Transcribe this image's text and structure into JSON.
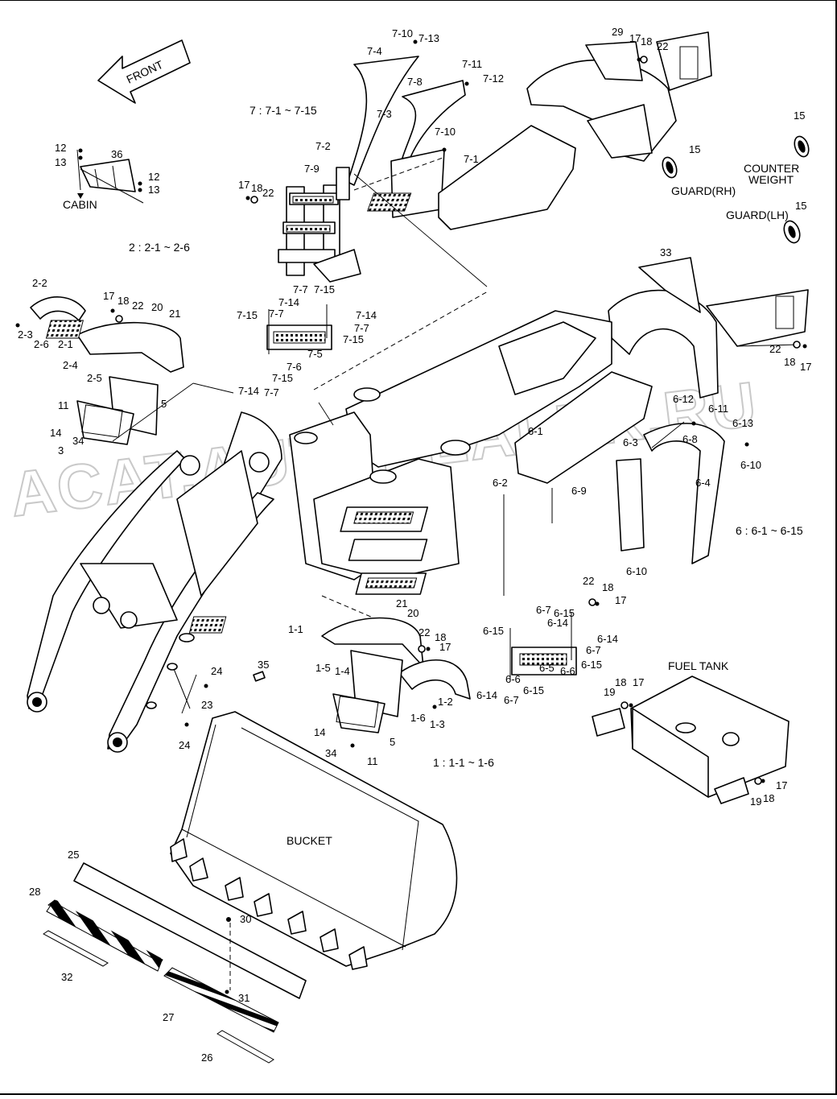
{
  "watermark": "ACAT.AUTODEALER.RU",
  "front_arrow": "FRONT",
  "group_notes": [
    "7 : 7-1 ~ 7-15",
    "2 : 2-1 ~ 2-6",
    "6 : 6-1 ~ 6-15",
    "1 : 1-1 ~ 1-6"
  ],
  "assembly_names": {
    "cabin": "CABIN",
    "counterweight": [
      "COUNTER",
      "WEIGHT"
    ],
    "guard_rh": "GUARD(RH)",
    "guard_lh": "GUARD(LH)",
    "fuel_tank": "FUEL TANK",
    "bucket": "BUCKET"
  },
  "callouts": [
    "7-10",
    "7-13",
    "7-4",
    "7-11",
    "7-12",
    "7-8",
    "7-3",
    "7-10",
    "7-1",
    "7-2",
    "7-9",
    "29",
    "17",
    "18",
    "22",
    "15",
    "15",
    "15",
    "12",
    "13",
    "36",
    "12",
    "13",
    "17",
    "18",
    "22",
    "2-2",
    "17",
    "18",
    "22",
    "20",
    "21",
    "2-3",
    "2-6",
    "2-1",
    "2-4",
    "2-5",
    "11",
    "5",
    "14",
    "34",
    "3",
    "7-7",
    "7-15",
    "7-15",
    "7-14",
    "7-7",
    "7-14",
    "7-7",
    "7-15",
    "7-5",
    "7-6",
    "7-15",
    "7-14",
    "7-7",
    "33",
    "22",
    "18",
    "17",
    "6-12",
    "6-11",
    "6-13",
    "6-8",
    "6-10",
    "6-1",
    "6-3",
    "6-4",
    "6-2",
    "6-9",
    "6-10",
    "22",
    "18",
    "17",
    "21",
    "20",
    "22",
    "18",
    "17",
    "1-1",
    "1-5",
    "1-4",
    "1-2",
    "1-6",
    "1-3",
    "14",
    "5",
    "34",
    "11",
    "6-7",
    "6-15",
    "6-14",
    "6-15",
    "6-14",
    "6-7",
    "6-5",
    "6-6",
    "6-15",
    "6-6",
    "6-14",
    "6-7",
    "6-15",
    "24",
    "35",
    "23",
    "24",
    "18",
    "17",
    "19",
    "17",
    "19",
    "18",
    "25",
    "28",
    "32",
    "30",
    "31",
    "27",
    "26"
  ]
}
